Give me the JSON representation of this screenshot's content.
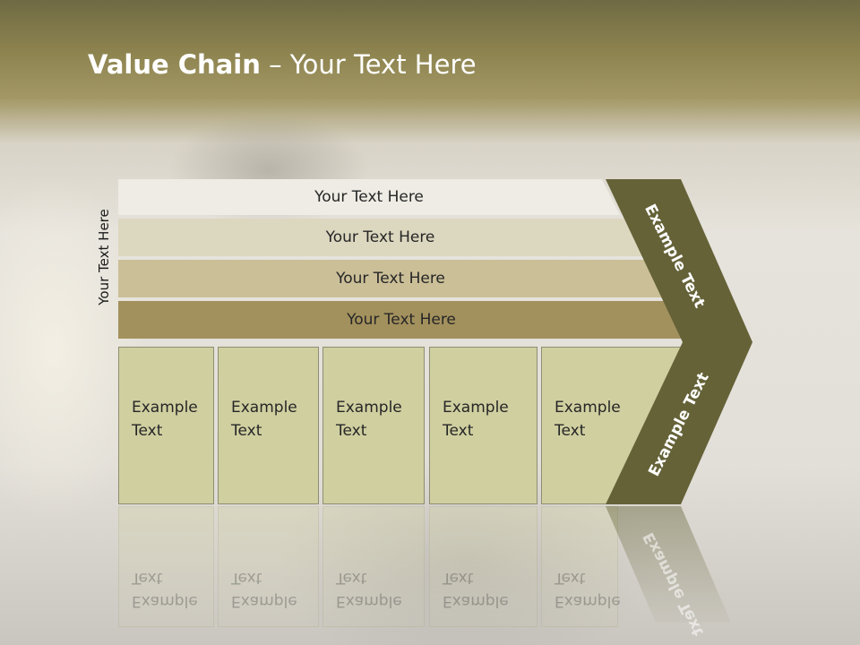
{
  "title": {
    "bold": "Value Chain",
    "rest": " – Your Text Here"
  },
  "side_label": "Your Text Here",
  "bands": [
    "Your Text Here",
    "Your Text Here",
    "Your Text Here",
    "Your Text Here"
  ],
  "boxes": [
    {
      "line1": "Example",
      "line2": "Text"
    },
    {
      "line1": "Example",
      "line2": "Text"
    },
    {
      "line1": "Example",
      "line2": "Text"
    },
    {
      "line1": "Example",
      "line2": "Text"
    },
    {
      "line1": "Example",
      "line2": "Text"
    }
  ],
  "chevron": {
    "top": "Example Text",
    "bottom": "Example Text"
  },
  "colors": {
    "header_olive": "#8e8450",
    "band_1": "#eeece4",
    "band_2": "#dcd7bf",
    "band_3": "#cbbf98",
    "band_4": "#a3915d",
    "box_fill": "#d0cfa0",
    "chevron_fill": "#656238"
  }
}
